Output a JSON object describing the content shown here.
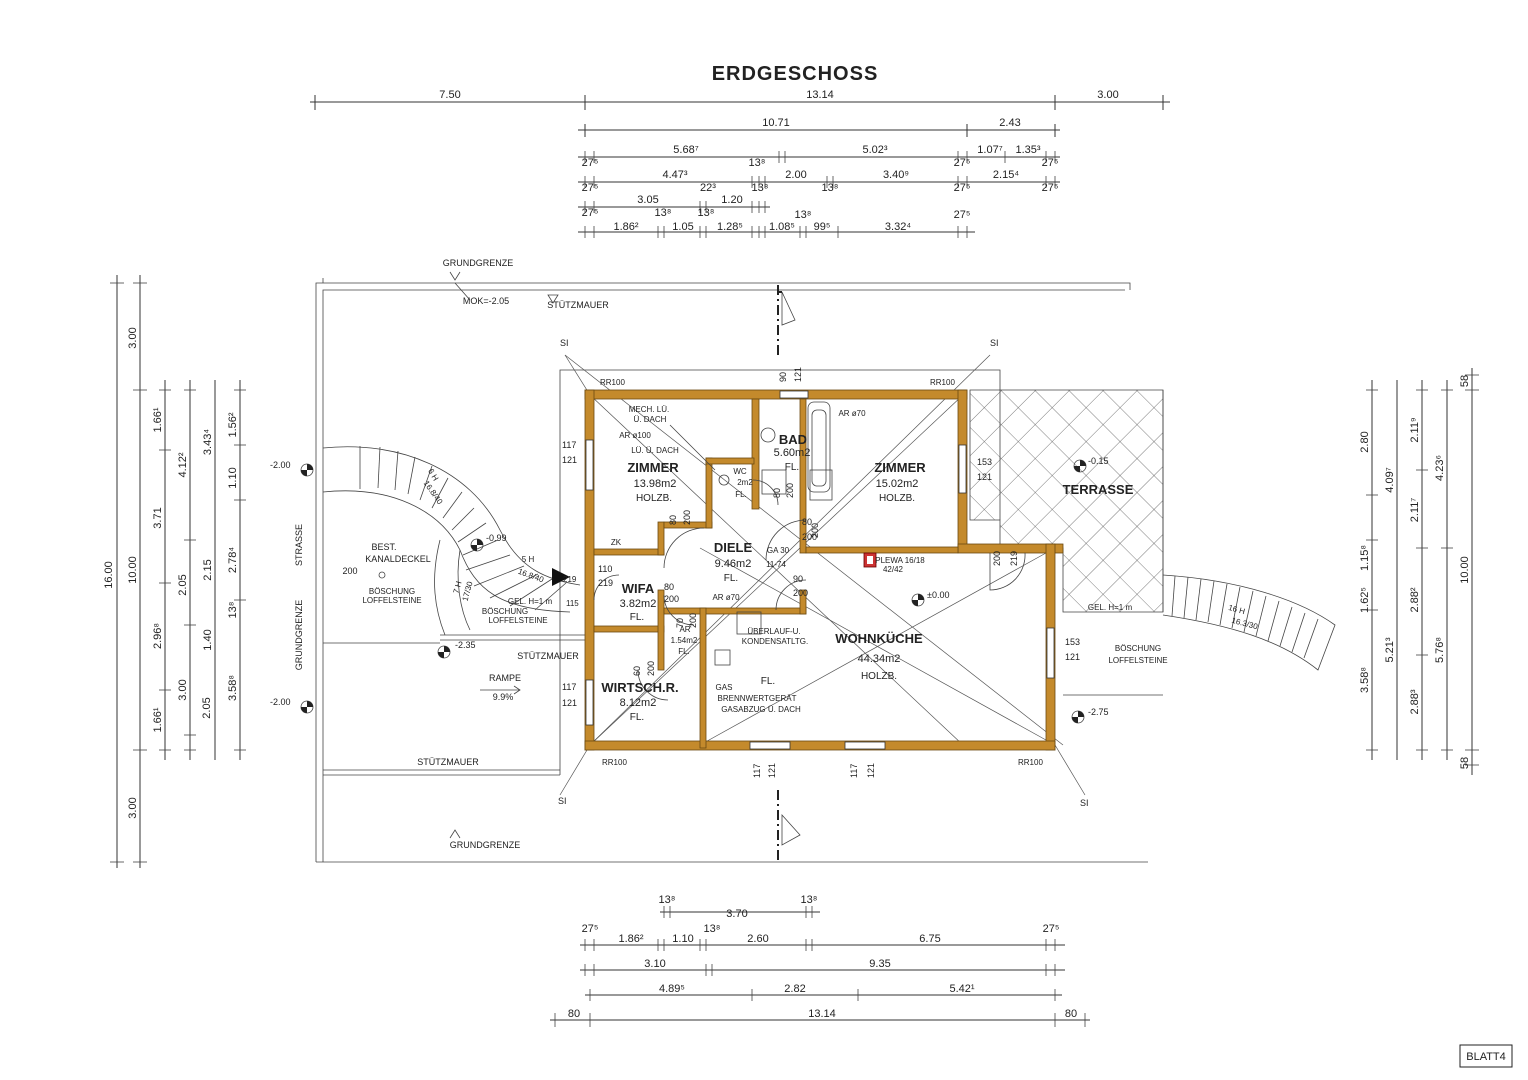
{
  "title": "ERDGESCHOSS",
  "sheet": "BLATT4",
  "rooms": {
    "zimmer1": {
      "name": "ZIMMER",
      "area": "13.98m2",
      "floor": "HOLZB."
    },
    "zimmer2": {
      "name": "ZIMMER",
      "area": "15.02m2",
      "floor": "HOLZB."
    },
    "bad": {
      "name": "BAD",
      "area": "5.60m2",
      "floor": "FL."
    },
    "wc": {
      "name": "WC",
      "area": "2m2",
      "floor": "FL."
    },
    "diele": {
      "name": "DIELE",
      "area": "9.46m2",
      "floor": "FL."
    },
    "wifa": {
      "name": "WIFA",
      "area": "3.82m2",
      "floor": "FL."
    },
    "ar": {
      "name": "AR",
      "area": "1.54m2",
      "floor": "FL."
    },
    "wirtsch": {
      "name": "WIRTSCH.R.",
      "area": "8.12m2",
      "floor": "FL."
    },
    "wohnkueche": {
      "name": "WOHNKÜCHE",
      "area": "44.34m2",
      "floor": "HOLZB."
    },
    "terrasse": {
      "name": "TERRASSE"
    }
  },
  "labels": {
    "grundgrenze": "GRUNDGRENZE",
    "stuetzmauer": "STÜTZMAUER",
    "strasse": "STRASSE",
    "mok": "MOK=-2.05",
    "kanal1": "BEST.",
    "kanal2": "KANALDECKEL",
    "boesch1": "BÖSCHUNG",
    "boesch2": "LOFFELSTEINE",
    "rampe": "RAMPE",
    "rampe_pct": "9.9%",
    "mech1": "MECH. LÜ.",
    "mech2": "Ü. DACH",
    "ar100": "AR ø100",
    "lu_dach": "LÜ. Ü. DACH",
    "ar70a": "AR ø70",
    "ar70b": "AR ø70",
    "ueberlauf1": "ÜBERLAUF-U.",
    "ueberlauf2": "KONDENSATLTG.",
    "gas1": "GAS",
    "gas2": "BRENNWERTGERÄT",
    "gas3": "GASABZUG Ü. DACH",
    "plewa1": "PLEWA 16/18",
    "plewa2": "42/42",
    "zk": "ZK",
    "ga": "GA 30",
    "ga2": "11-74",
    "gel": "GEL. H=1 m",
    "rr100": "RR100",
    "si": "SI",
    "fl": "FL."
  },
  "stairs": {
    "left_upper": "6 H",
    "left_upper2": "16.8/40",
    "left_lower": "5 H",
    "left_lower2": "16.8/40",
    "left_small": "7 H",
    "left_small2": "17/30",
    "right": "16 H",
    "right2": "16.3/30"
  },
  "levels": {
    "l1": "-2.00",
    "l2": "-0.99",
    "l3": "-2.35",
    "l4": "-2.00",
    "l5": "-0.15",
    "l6": "±0.00",
    "l7": "-2.75"
  },
  "dims": {
    "top1": [
      "7.50",
      "13.14",
      "3.00"
    ],
    "top2": [
      "10.71",
      "2.43"
    ],
    "top3": [
      "27⁵",
      "5.68⁷",
      "13⁸",
      "5.02³",
      "27⁵",
      "1.07⁷",
      "1.35³",
      "27⁵"
    ],
    "top4": [
      "27⁵",
      "4.47³",
      "22³",
      "13⁸",
      "2.00",
      "13⁸",
      "3.40⁹",
      "27⁵",
      "2.15⁴",
      "27⁵"
    ],
    "top5": [
      "27⁵",
      "3.05",
      "13⁸",
      "1.20",
      "13⁸"
    ],
    "top6": [
      "1.86²",
      "1.05",
      "1.28⁵",
      "1.08⁵",
      "99⁵",
      "3.32⁴",
      "27⁵",
      "13⁸"
    ],
    "bot1": [
      "13⁸",
      "3.70",
      "13⁸"
    ],
    "bot2": [
      "27⁵",
      "1.86²",
      "1.10",
      "13⁸",
      "2.60",
      "6.75",
      "27⁵"
    ],
    "bot3": [
      "3.10",
      "9.35"
    ],
    "bot4": [
      "4.89⁵",
      "2.82",
      "5.42¹"
    ],
    "bot5": [
      "80",
      "13.14",
      "80"
    ],
    "left_outer": [
      "16.00",
      "3.00",
      "10.00",
      "3.00"
    ],
    "left_mid": [
      "1.66¹",
      "3.71",
      "2.96⁸",
      "1.66¹"
    ],
    "left_a": [
      "4.12²",
      "2.05",
      "3.00",
      "2.05"
    ],
    "left_b": [
      "1.56²",
      "3.43⁴",
      "1.10",
      "2.15",
      "1.40",
      "3.58⁸"
    ],
    "left_c": [
      "2.78⁴",
      "13⁸"
    ],
    "right_outer": [
      "10.00",
      "58",
      "58"
    ],
    "right_a": [
      "2.80",
      "4.09⁷",
      "1.15⁸",
      "1.62⁵",
      "3.58⁸"
    ],
    "right_b": [
      "2.11⁹",
      "2.11⁷",
      "2.88²",
      "5.21³",
      "2.88³"
    ],
    "right_c": [
      "4.23⁶",
      "5.76⁸"
    ],
    "openings": [
      "117",
      "121",
      "153",
      "121",
      "117",
      "121",
      "153",
      "121",
      "90",
      "121",
      "117",
      "121",
      "117",
      "121",
      "200",
      "110",
      "219",
      "80",
      "200",
      "80",
      "200",
      "80",
      "200",
      "90",
      "200",
      "80",
      "200",
      "70",
      "200",
      "60",
      "200",
      "219",
      "200"
    ]
  }
}
